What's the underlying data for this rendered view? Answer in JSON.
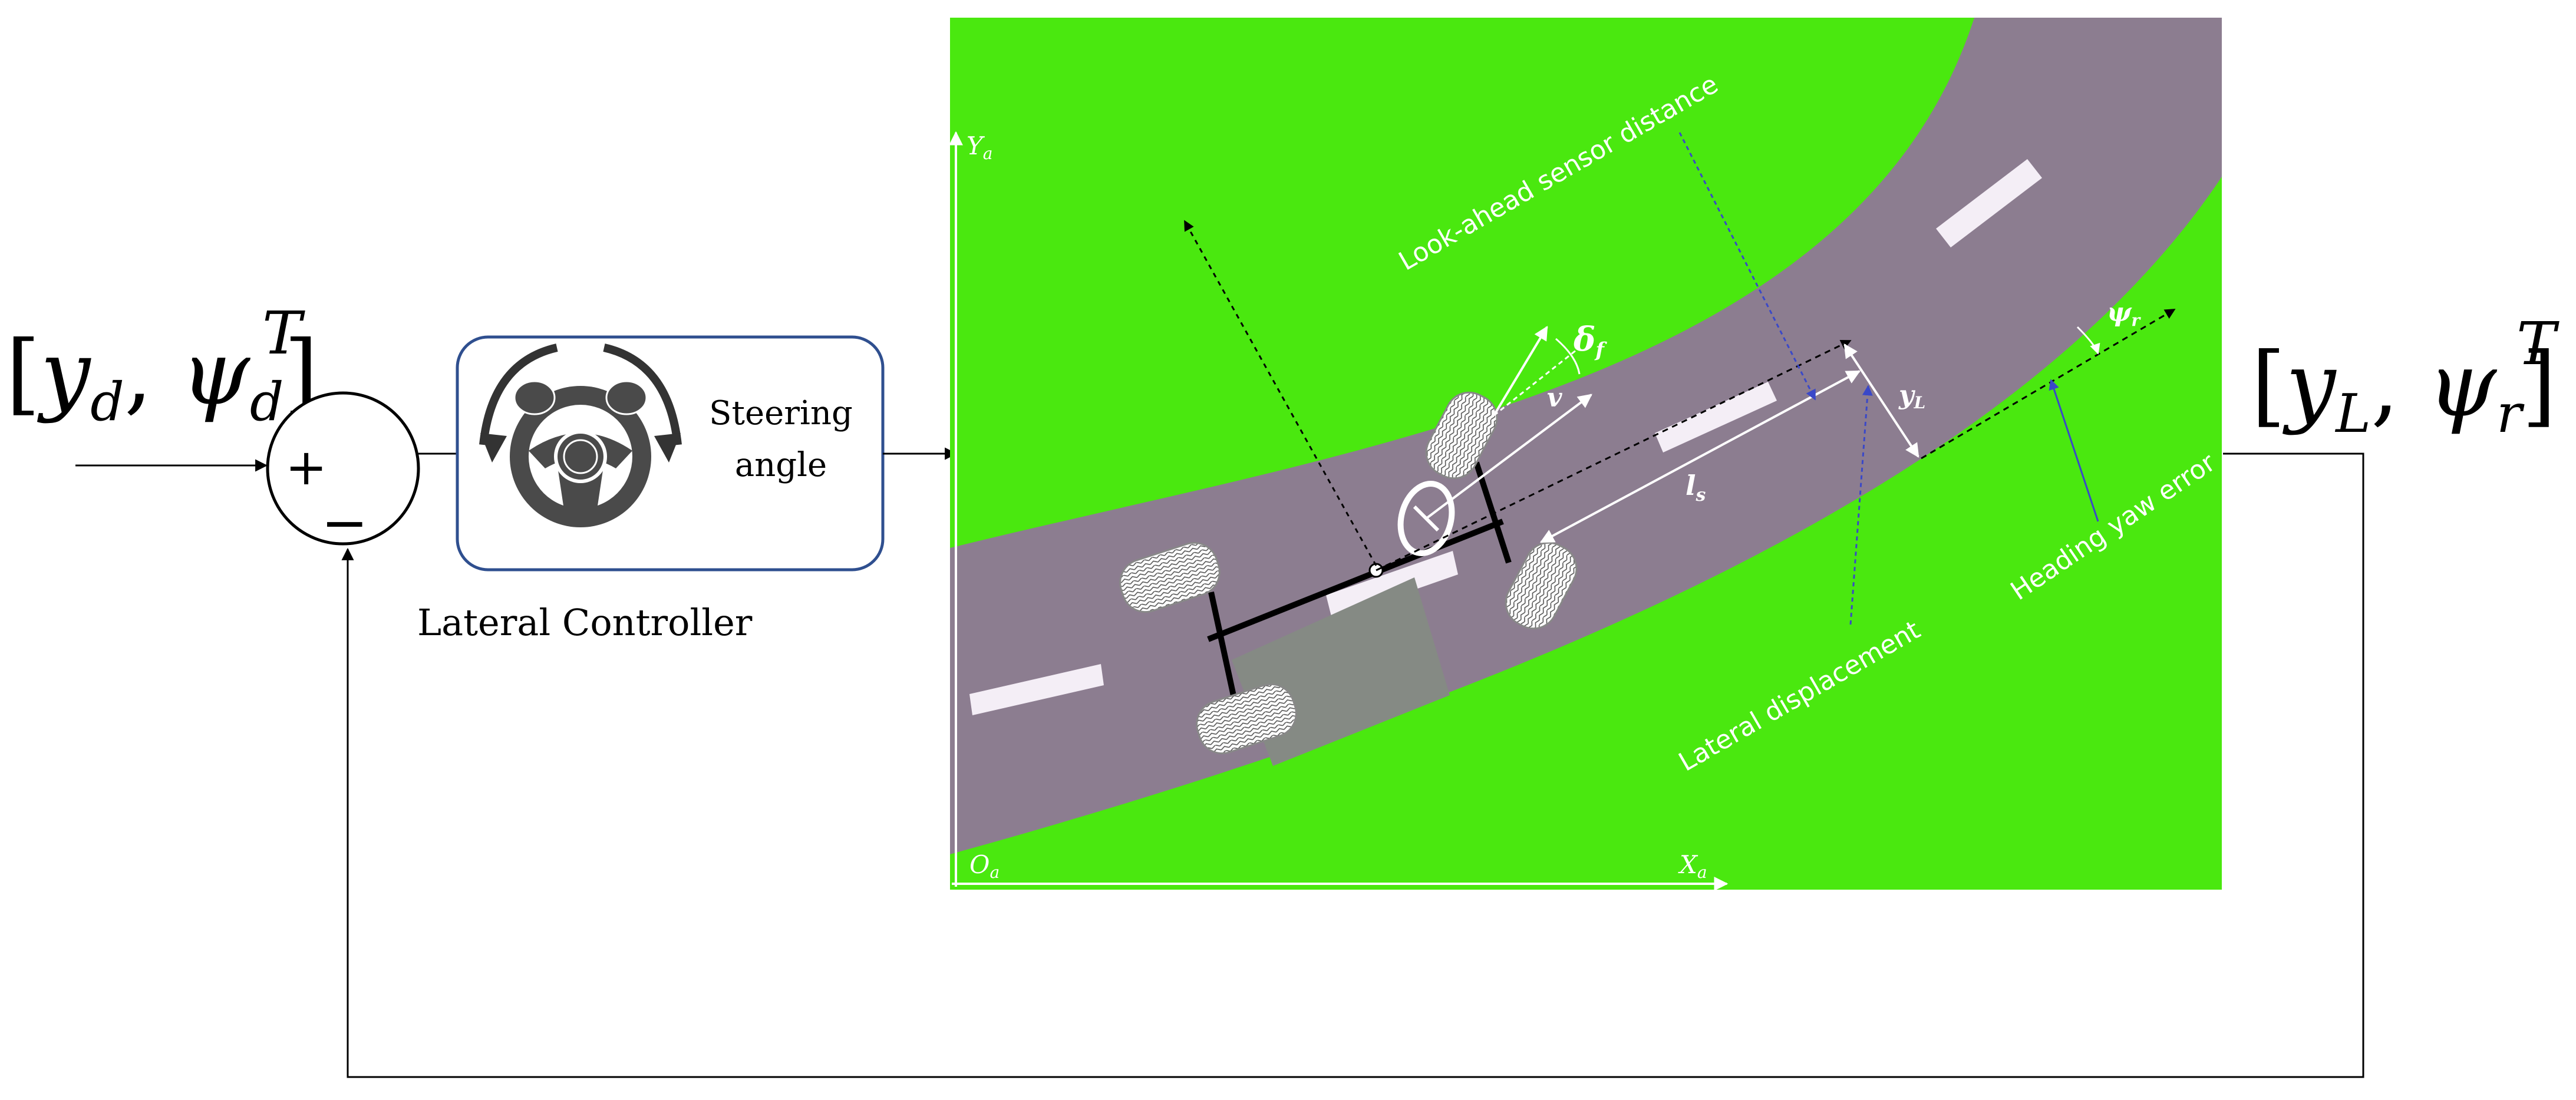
{
  "input": {
    "lead": "[",
    "y": "y",
    "y_sub": "d",
    "comma": ", ",
    "psi": "ψ",
    "psi_sub": "d",
    "tail": "]",
    "power": "T"
  },
  "summing_junction": {
    "plus": "+",
    "minus": "−"
  },
  "controller": {
    "label": "Lateral Controller",
    "text_line1": "Steering",
    "text_line2": "angle"
  },
  "output": {
    "lead": "[",
    "y": "y",
    "y_sub": "L",
    "comma": ", ",
    "psi": "ψ",
    "psi_sub": "r",
    "tail": "]",
    "power": "T"
  },
  "scene": {
    "colors": {
      "grass": "#4ae80f",
      "road": "#8c7d90",
      "marking": "#f4eef6",
      "shadow": "#858a84"
    },
    "axis_y": "Y",
    "axis_y_sub": "a",
    "axis_x": "X",
    "axis_x_sub": "a",
    "origin": "O",
    "origin_sub": "a",
    "look_ahead_label": "Look-ahead sensor distance",
    "lateral_disp_label": "Lateral displacement",
    "heading_error_label": "Heading  yaw error",
    "delta": "δ",
    "delta_sub": "f",
    "velocity": "v",
    "ls": "l",
    "ls_sub": "s",
    "yl": "y",
    "yl_sub": "L",
    "psi_r": "ψ",
    "psi_r_sub": "r"
  }
}
